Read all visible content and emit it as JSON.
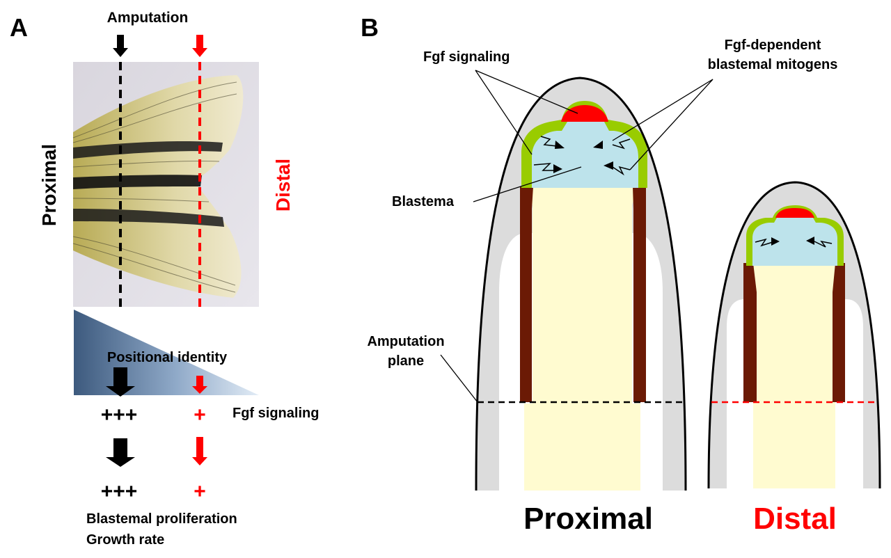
{
  "panel_a": {
    "label": "A",
    "amputation_title": "Amputation",
    "proximal_label": "Proximal",
    "distal_label": "Distal",
    "gradient_label": "Positional identity",
    "fgf_signaling_label": "Fgf signaling",
    "proximal_fgf_level": "+++",
    "distal_fgf_level": "+",
    "proximal_growth_level": "+++",
    "distal_growth_level": "+",
    "outcome_line1": "Blastemal proliferation",
    "outcome_line2": "Growth rate"
  },
  "panel_b": {
    "label": "B",
    "fgf_signaling_label": "Fgf signaling",
    "mitogens_line1": "Fgf-dependent",
    "mitogens_line2": "blastemal mitogens",
    "blastema_label": "Blastema",
    "amputation_plane_line1": "Amputation",
    "amputation_plane_line2": "plane",
    "proximal_caption": "Proximal",
    "distal_caption": "Distal"
  },
  "colors": {
    "proximal": "#000000",
    "distal": "#ff0000",
    "epidermis": "#dcdcdc",
    "wound_epidermis": "#99cc00",
    "fgf_source": "#ff0000",
    "blastema": "#bde3eb",
    "mesenchyme": "#fffbd0",
    "bone": "#6b1a05",
    "gradient_dark": "#3d5a7e",
    "gradient_light": "#dbe8f4"
  }
}
